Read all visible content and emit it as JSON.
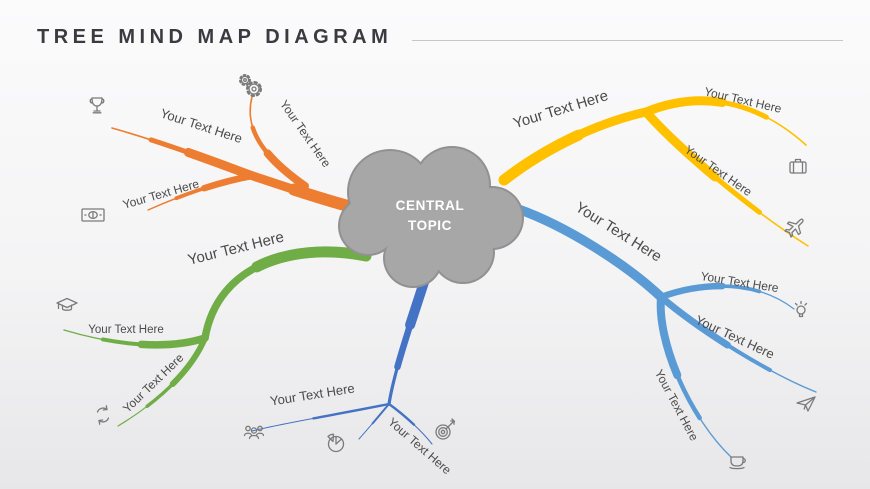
{
  "title": "TREE MIND MAP DIAGRAM",
  "central_topic": {
    "line1": "CENTRAL",
    "line2": "TOPIC"
  },
  "colors": {
    "orange": "#ED7D31",
    "yellow": "#FFC000",
    "blue": "#5B9BD5",
    "green": "#70AD47",
    "dark_blue": "#4472C4",
    "cloud_fill": "#A7A7A8",
    "cloud_rim": "#919192",
    "icon_stroke": "#7A7A7A",
    "label_text": "#4B4B4B",
    "title_text": "#3A3A40"
  },
  "branches": {
    "orange": {
      "labels": [
        {
          "text": "Your Text Here",
          "icon": "gears-icon"
        },
        {
          "text": "Your Text Here",
          "icon": "trophy-icon"
        },
        {
          "text": "Your Text Here",
          "icon": "money-icon"
        }
      ]
    },
    "yellow": {
      "trunk_label": "Your Text Here",
      "labels": [
        {
          "text": "Your Text Here",
          "icon": "briefcase-icon"
        },
        {
          "text": "Your Text Here",
          "icon": "airplane-icon"
        }
      ]
    },
    "blue": {
      "trunk_label": "Your Text Here",
      "labels": [
        {
          "text": "Your Text Here",
          "icon": "lightbulb-icon"
        },
        {
          "text": "Your Text Here",
          "icon": "paper-plane-icon"
        },
        {
          "text": "Your Text Here",
          "icon": "coffee-cup-icon"
        }
      ]
    },
    "green": {
      "trunk_label": "Your Text Here",
      "labels": [
        {
          "text": "Your Text Here",
          "icon": "graduation-cap-icon"
        },
        {
          "text": "Your Text Here",
          "icon": "recycle-icon"
        }
      ]
    },
    "dark_blue": {
      "labels": [
        {
          "text": "Your Text Here",
          "icon": "people-icon"
        },
        {
          "text": "Your Text Here",
          "icon": "target-icon"
        }
      ],
      "extra_icons": [
        "pie-chart-icon"
      ]
    }
  }
}
